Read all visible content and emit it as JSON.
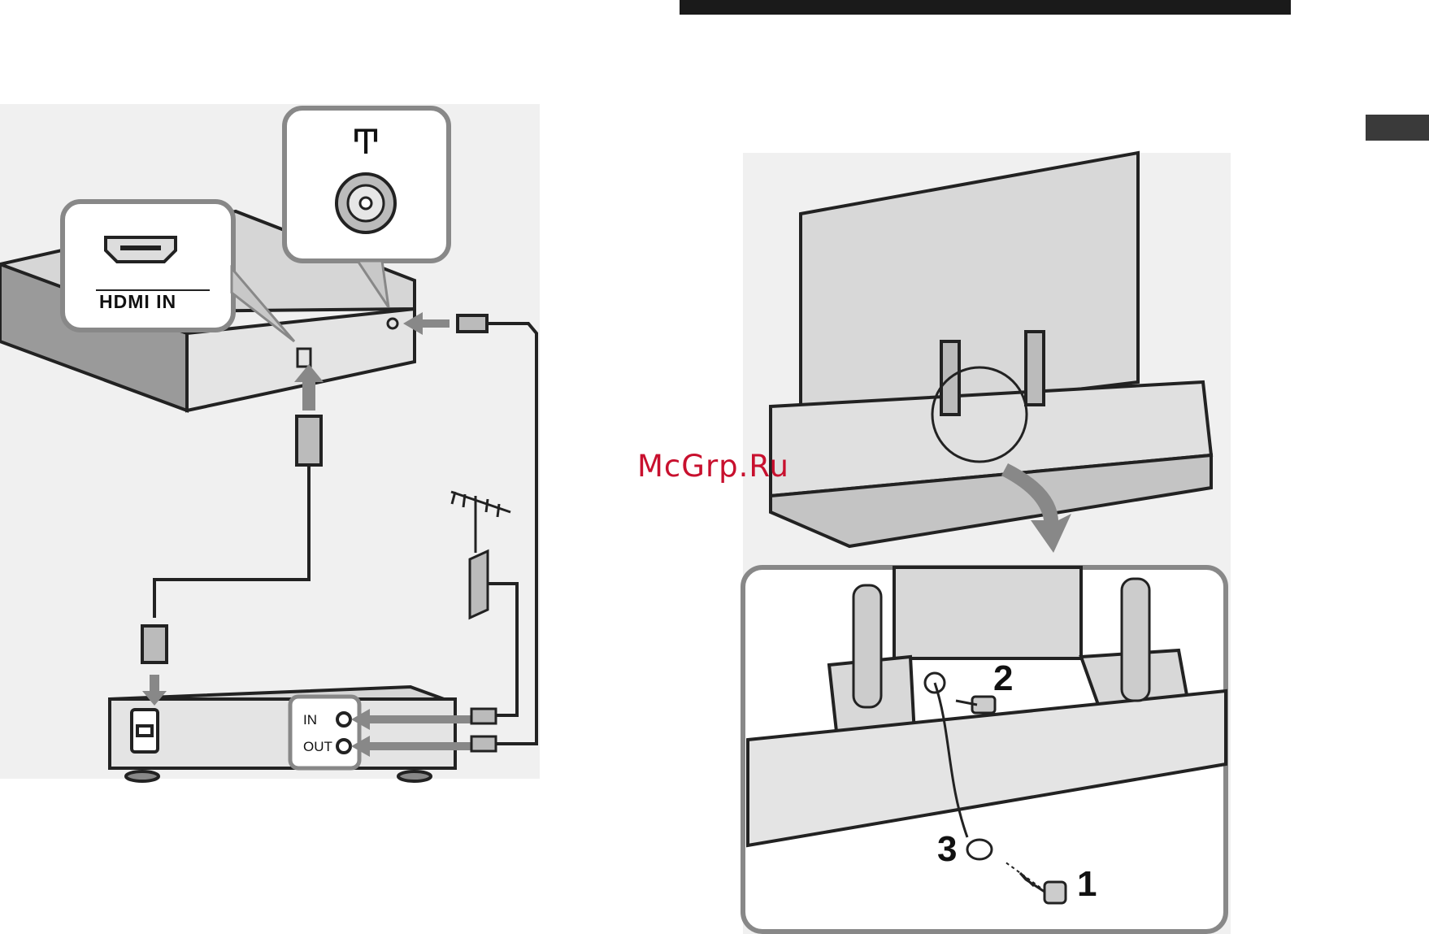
{
  "left_figure": {
    "antenna_symbol": "Ͳ",
    "hdmi_callout_label": "HDMI IN",
    "port_in_label": "IN",
    "port_out_label": "OUT"
  },
  "right_figure": {
    "step_labels": [
      "1",
      "2",
      "3"
    ]
  },
  "watermark": "McGrp.Ru"
}
